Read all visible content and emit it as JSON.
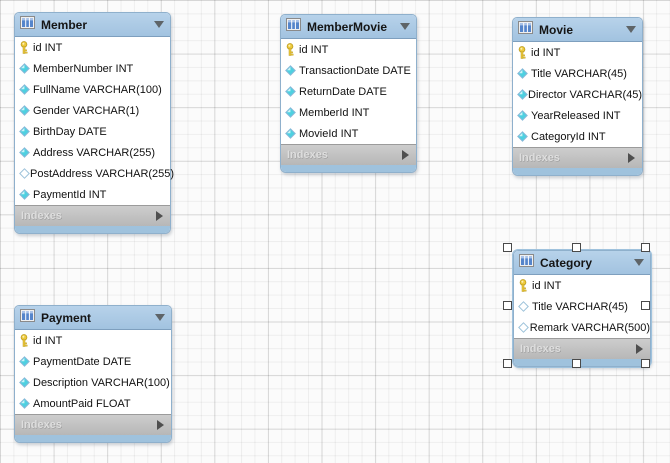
{
  "labels": {
    "indexes": "Indexes"
  },
  "colors": {
    "table_header_bg": "#a9c6e0",
    "table_footer_bg": "#bfbfbf",
    "table_bottom_strip": "#9fc2dd",
    "primary_key_icon_color": "#edc93c",
    "column_icon_color": "#4ed0e0",
    "canvas_grid_minor": "#ededed",
    "canvas_grid_major": "#e0e0e0"
  },
  "icons": {
    "primary_key": "key-icon",
    "column": "diamond-filled-icon",
    "column_nullable": "diamond-outline-icon",
    "header": "table-grid-icon",
    "collapse": "chevron-down-icon",
    "footer": "expand-right-icon"
  },
  "tables": [
    {
      "name": "Member",
      "selected": false,
      "columns": [
        {
          "icon": "primary-key",
          "label": "id INT"
        },
        {
          "icon": "column",
          "label": "MemberNumber INT"
        },
        {
          "icon": "column",
          "label": "FullName VARCHAR(100)"
        },
        {
          "icon": "column",
          "label": "Gender VARCHAR(1)"
        },
        {
          "icon": "column",
          "label": "BirthDay DATE"
        },
        {
          "icon": "column",
          "label": "Address VARCHAR(255)"
        },
        {
          "icon": "column-nullable",
          "label": "PostAddress VARCHAR(255)"
        },
        {
          "icon": "column",
          "label": "PaymentId INT"
        }
      ]
    },
    {
      "name": "MemberMovie",
      "selected": false,
      "columns": [
        {
          "icon": "primary-key",
          "label": "id INT"
        },
        {
          "icon": "column",
          "label": "TransactionDate DATE"
        },
        {
          "icon": "column",
          "label": "ReturnDate DATE"
        },
        {
          "icon": "column",
          "label": "MemberId INT"
        },
        {
          "icon": "column",
          "label": "MovieId INT"
        }
      ]
    },
    {
      "name": "Movie",
      "selected": false,
      "columns": [
        {
          "icon": "primary-key",
          "label": "id INT"
        },
        {
          "icon": "column",
          "label": "Title VARCHAR(45)"
        },
        {
          "icon": "column",
          "label": "Director VARCHAR(45)"
        },
        {
          "icon": "column",
          "label": "YearReleased INT"
        },
        {
          "icon": "column",
          "label": "CategoryId INT"
        }
      ]
    },
    {
      "name": "Category",
      "selected": true,
      "columns": [
        {
          "icon": "primary-key",
          "label": "id INT"
        },
        {
          "icon": "column-nullable",
          "label": "Title VARCHAR(45)"
        },
        {
          "icon": "column-nullable",
          "label": "Remark VARCHAR(500)"
        }
      ]
    },
    {
      "name": "Payment",
      "selected": false,
      "columns": [
        {
          "icon": "primary-key",
          "label": "id INT"
        },
        {
          "icon": "column",
          "label": "PaymentDate DATE"
        },
        {
          "icon": "column",
          "label": "Description VARCHAR(100)"
        },
        {
          "icon": "column",
          "label": "AmountPaid FLOAT"
        }
      ]
    }
  ]
}
